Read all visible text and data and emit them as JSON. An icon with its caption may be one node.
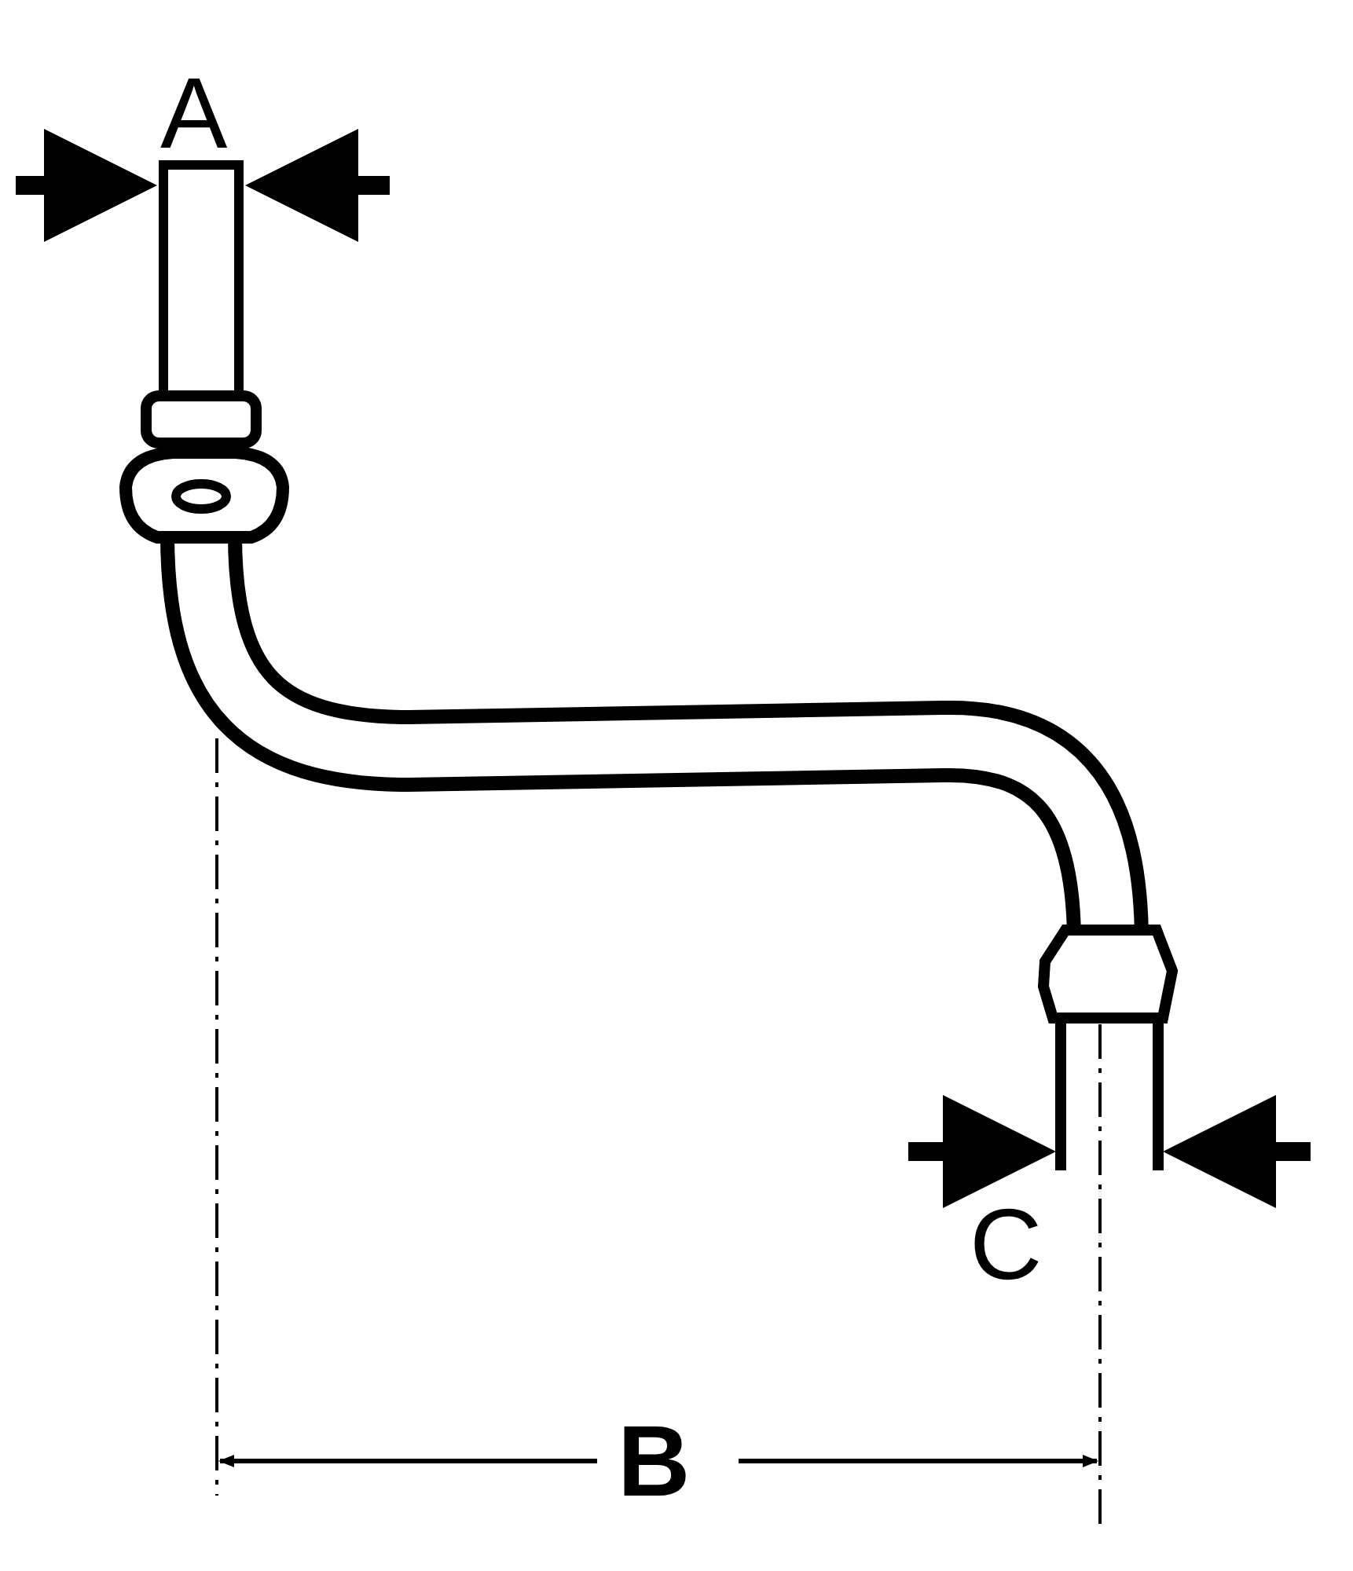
{
  "diagram": {
    "labels": [
      "A",
      "C",
      "B"
    ]
  }
}
